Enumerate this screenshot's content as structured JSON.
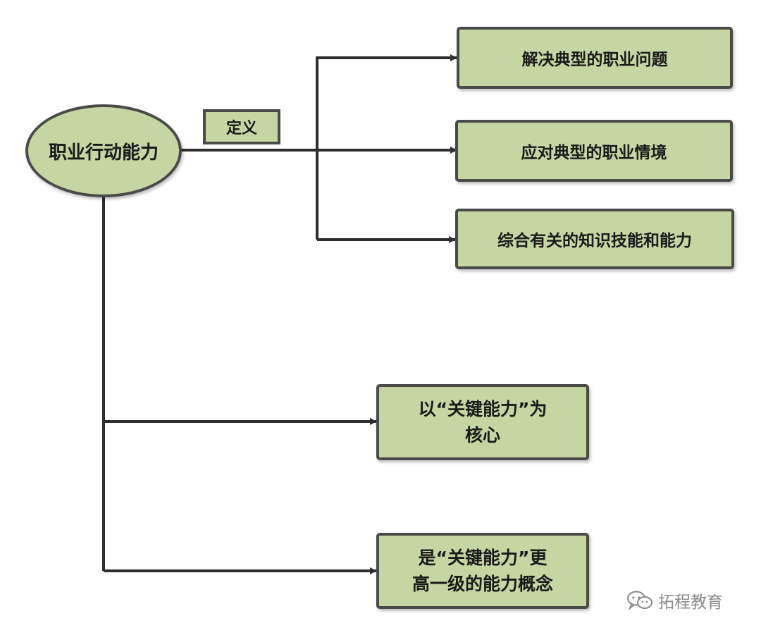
{
  "root": {
    "label": "职业行动能力"
  },
  "edge_label": "定义",
  "definitions": [
    {
      "label": "解决典型的职业问题"
    },
    {
      "label": "应对典型的职业情境"
    },
    {
      "label": "综合有关的知识技能和能力"
    }
  ],
  "notes": [
    {
      "line1": "以“关键能力”为",
      "line2": "核心"
    },
    {
      "line1": "是“关键能力”更",
      "line2": "高一级的能力概念"
    }
  ],
  "watermark": {
    "text": "拓程教育",
    "icon": "wechat-icon"
  },
  "colors": {
    "node_fill": "#c5d6a2",
    "stroke": "#2e2e2e"
  }
}
